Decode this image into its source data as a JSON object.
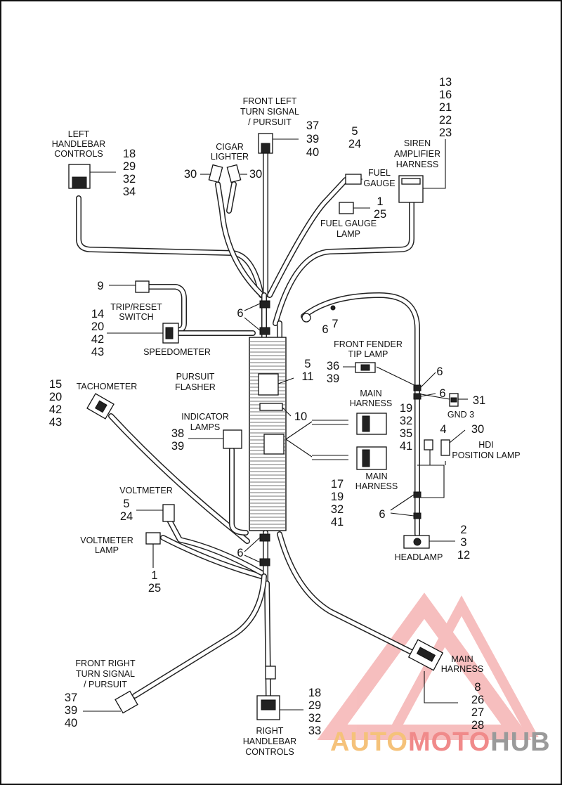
{
  "labels": {
    "front_left_turn": [
      "FRONT LEFT",
      "TURN SIGNAL",
      "/ PURSUIT"
    ],
    "left_handlebar": [
      "LEFT",
      "HANDLEBAR",
      "CONTROLS"
    ],
    "cigar_lighter": [
      "CIGAR",
      "LIGHTER"
    ],
    "fuel_gauge": [
      "FUEL",
      "GAUGE"
    ],
    "fuel_gauge_lamp": [
      "FUEL GAUGE",
      "LAMP"
    ],
    "siren_amp": [
      "SIREN",
      "AMPLIFIER",
      "HARNESS"
    ],
    "trip_reset": [
      "TRIP/RESET",
      "SWITCH"
    ],
    "speedometer": [
      "SPEEDOMETER"
    ],
    "pursuit_flasher": [
      "PURSUIT",
      "FLASHER"
    ],
    "tachometer": [
      "TACHOMETER"
    ],
    "indicator_lamps": [
      "INDICATOR",
      "LAMPS"
    ],
    "voltmeter": [
      "VOLTMETER"
    ],
    "voltmeter_lamp": [
      "VOLTMETER",
      "LAMP"
    ],
    "front_fender_tip": [
      "FRONT FENDER",
      "TIP LAMP"
    ],
    "main_harness_top": [
      "MAIN",
      "HARNESS"
    ],
    "main_harness_mid": [
      "MAIN",
      "HARNESS"
    ],
    "main_harness_low": [
      "MAIN",
      "HARNESS"
    ],
    "gnd3": [
      "GND 3"
    ],
    "hdi_position": [
      "HDI",
      "POSITION LAMP"
    ],
    "headlamp": [
      "HEADLAMP"
    ],
    "front_right_turn": [
      "FRONT RIGHT",
      "TURN SIGNAL",
      "/ PURSUIT"
    ],
    "right_handlebar": [
      "RIGHT",
      "HANDLEBAR",
      "CONTROLS"
    ]
  },
  "callouts": {
    "front_left_turn": [
      "37",
      "39",
      "40"
    ],
    "left_handlebar": [
      "18",
      "29",
      "32",
      "34"
    ],
    "cigar_left": [
      "30"
    ],
    "cigar_right": [
      "30"
    ],
    "fuel_gauge": [
      "5",
      "24"
    ],
    "fuel_gauge_lamp": [
      "1",
      "25"
    ],
    "siren_amp": [
      "13",
      "16",
      "21",
      "22",
      "23"
    ],
    "trip_reset": [
      "9"
    ],
    "speedometer": [
      "14",
      "20",
      "42",
      "43"
    ],
    "clamp_top": [
      "6"
    ],
    "clamp_fender": [
      "6"
    ],
    "clip_fender": [
      "7"
    ],
    "pursuit_flasher": [
      "5",
      "11"
    ],
    "flasher_bracket": [
      "10"
    ],
    "tachometer": [
      "15",
      "20",
      "42",
      "43"
    ],
    "indicator_lamps": [
      "38",
      "39"
    ],
    "fender_tip": [
      "36",
      "39"
    ],
    "main_harness_top": [
      "19",
      "32",
      "35",
      "41"
    ],
    "main_harness_mid": [
      "17",
      "19",
      "32",
      "41"
    ],
    "clamp_right_a": [
      "6"
    ],
    "clamp_right_b": [
      "6"
    ],
    "gnd3": [
      "31"
    ],
    "hdi_bulb": [
      "4"
    ],
    "hdi_lamp": [
      "30"
    ],
    "clamp_right_low": [
      "6"
    ],
    "headlamp": [
      "2",
      "3",
      "12"
    ],
    "voltmeter": [
      "5",
      "24"
    ],
    "voltmeter_lamp": [
      "1",
      "25"
    ],
    "clamp_bottom": [
      "6"
    ],
    "main_harness_low": [
      "8",
      "26",
      "27",
      "28"
    ],
    "front_right_turn": [
      "37",
      "39",
      "40"
    ],
    "right_handlebar": [
      "18",
      "29",
      "32",
      "33"
    ]
  },
  "watermark": {
    "part1": "AUTO",
    "part2": "MOTO",
    "part3": "HUB",
    "color_orange": "#f5c27a",
    "color_red": "#f08a8a",
    "color_gray": "#9a9a9a"
  }
}
